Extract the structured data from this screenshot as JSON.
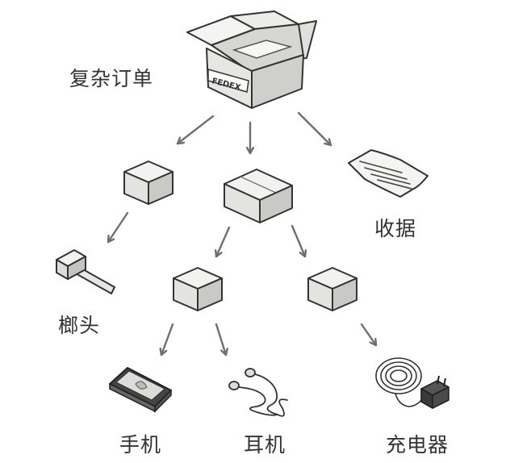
{
  "diagram": {
    "root": {
      "label": "复杂订单",
      "box_stamp": "FEDEX"
    },
    "items": {
      "receipt": "收据",
      "hammer": "榔头",
      "phone": "手机",
      "earphones": "耳机",
      "charger": "充电器"
    }
  }
}
